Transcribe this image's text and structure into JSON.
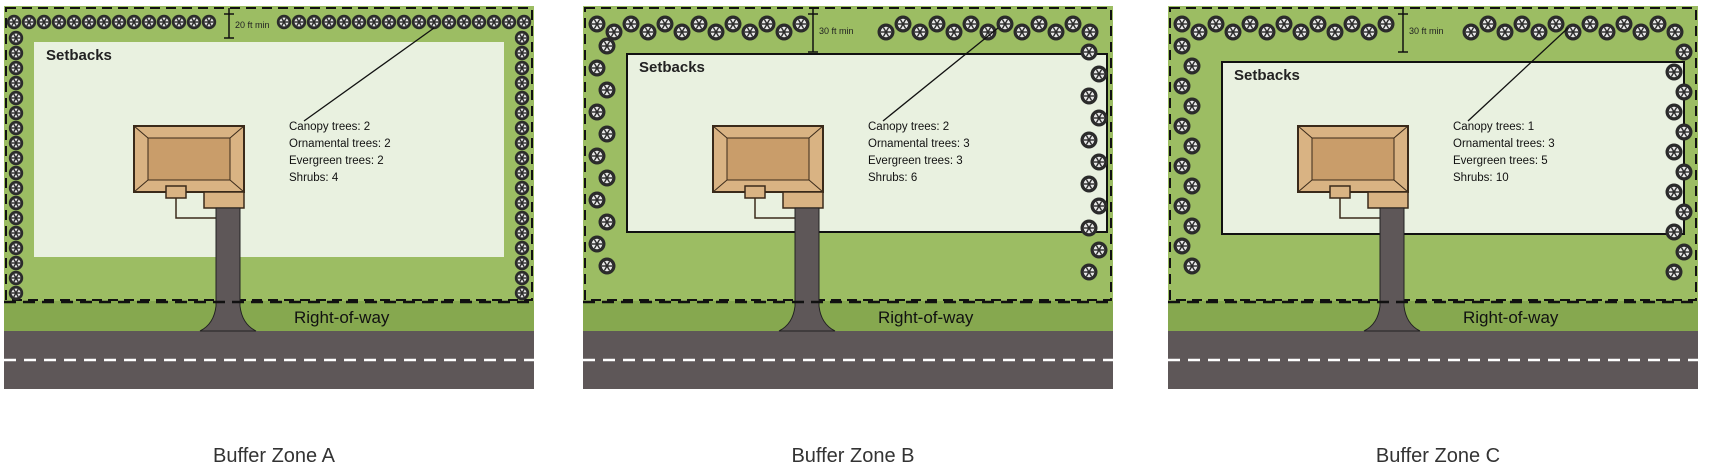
{
  "colors": {
    "lawn": "#9cbd63",
    "lawn_dark": "#86a84f",
    "setback_fill": "#e9f1e0",
    "road": "#5e5758",
    "driveway": "#5e5758",
    "house_roof": "#d9b383",
    "house_edge": "#3a2a1a",
    "tree": "#2b2b2b",
    "lane_marking": "#ffffff"
  },
  "icons": {
    "tree": "tree-icon",
    "house": "house-icon"
  },
  "panels": [
    {
      "caption": "Buffer Zone A",
      "setbacks_label": "Setbacks",
      "right_of_way_label": "Right-of-way",
      "buffer_width_label": "20 ft min",
      "counts": [
        {
          "label": "Canopy trees",
          "value": 2
        },
        {
          "label": "Ornamental trees",
          "value": 2
        },
        {
          "label": "Evergreen trees",
          "value": 2
        },
        {
          "label": "Shrubs",
          "value": 4
        }
      ]
    },
    {
      "caption": "Buffer Zone B",
      "setbacks_label": "Setbacks",
      "right_of_way_label": "Right-of-way",
      "buffer_width_label": "30 ft min",
      "counts": [
        {
          "label": "Canopy trees",
          "value": 2
        },
        {
          "label": "Ornamental trees",
          "value": 3
        },
        {
          "label": "Evergreen trees",
          "value": 3
        },
        {
          "label": "Shrubs",
          "value": 6
        }
      ]
    },
    {
      "caption": "Buffer Zone C",
      "setbacks_label": "Setbacks",
      "right_of_way_label": "Right-of-way",
      "buffer_width_label": "30 ft min",
      "counts": [
        {
          "label": "Canopy trees",
          "value": 1
        },
        {
          "label": "Ornamental trees",
          "value": 3
        },
        {
          "label": "Evergreen trees",
          "value": 5
        },
        {
          "label": "Shrubs",
          "value": 10
        }
      ]
    }
  ]
}
